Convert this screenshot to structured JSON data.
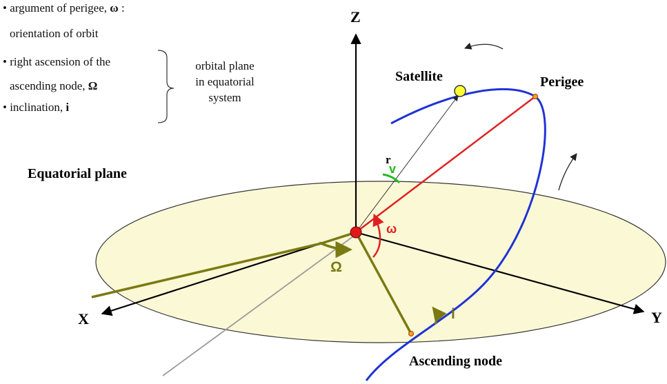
{
  "legend": {
    "items": [
      {
        "bullet": "•",
        "text": "argument of perigee,",
        "symbol": "ω",
        "suffix": ":"
      },
      {
        "bullet": "",
        "text": "orientation of orbit",
        "symbol": "",
        "suffix": ""
      },
      {
        "bullet": "•",
        "text": "right ascension of the",
        "symbol": "",
        "suffix": ""
      },
      {
        "bullet": "",
        "text": "ascending node,",
        "symbol": "Ω",
        "suffix": ""
      },
      {
        "bullet": "•",
        "text": "inclination,",
        "symbol": "i",
        "suffix": ""
      }
    ],
    "group_label": [
      "orbital plane",
      "in equatorial",
      "system"
    ]
  },
  "labels": {
    "z_axis": "Z",
    "x_axis": "X",
    "y_axis": "Y",
    "equatorial_plane": "Equatorial plane",
    "satellite": "Satellite",
    "perigee": "Perigee",
    "ascending_node": "Ascending node",
    "radius": "r",
    "true_anomaly": "v",
    "omega": "ω",
    "Omega": "Ω",
    "inclination": "i"
  },
  "colors": {
    "orbit": "#1f33d6",
    "perigee_line": "#e02020",
    "node_line": "#7a7a12",
    "plane_fill": "#fbf8d6",
    "anomaly_arc": "#22bb22",
    "satellite_fill": "#ffff33",
    "origin_fill": "#e01818",
    "node_dot": "#ffa020"
  }
}
